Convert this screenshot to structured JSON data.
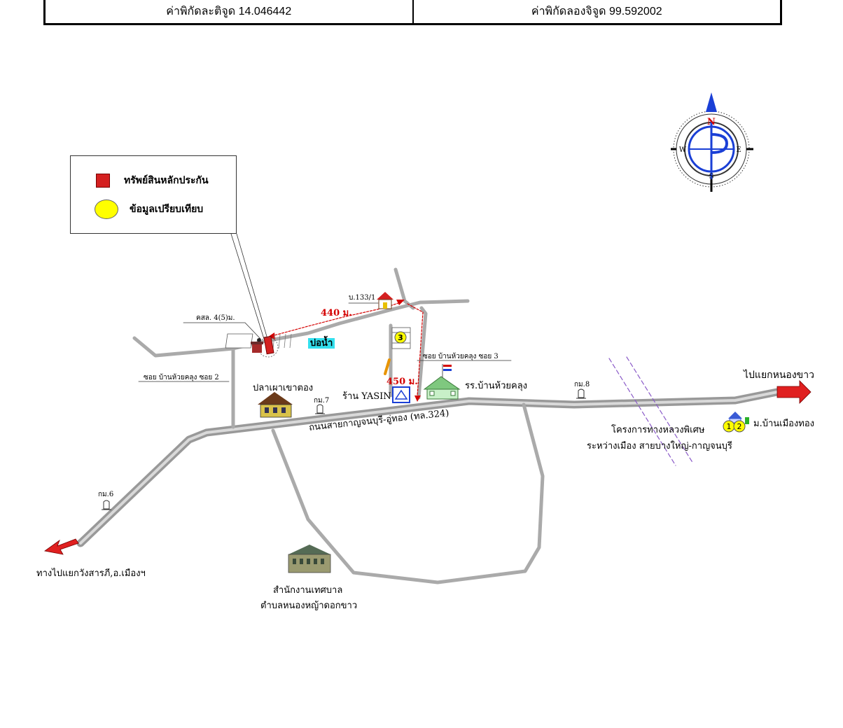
{
  "coordinates": {
    "latitude_text": "ค่าพิกัดละติจูด 14.046442",
    "longitude_text": "ค่าพิกัดลองจิจูด 99.592002"
  },
  "legend": {
    "collateral": "ทรัพย์สินหลักประกัน",
    "comparison": "ข้อมูลเปรียบเทียบ",
    "collateral_color": "#d42020",
    "comparison_color": "#ffff00"
  },
  "compass": {
    "n": "N",
    "s": "S",
    "e": "E",
    "w": "W",
    "arrow_color": "#1a3fd6"
  },
  "labels": {
    "house_no": "บ.133/1",
    "dist_440": "440 ม.",
    "dist_450": "450 ม.",
    "power_pole": "คสล. 4(5)ม.",
    "pond": "บ่อน้ำ",
    "soi_3": "ซอย บ้านห้วยคลุง ซอย 3",
    "soi_2": "ซอย บ้านห้วยคลุง ซอย 2",
    "restaurant": "ปลาเผาเขาตอง",
    "shop": "ร้าน YASIN",
    "school": "รร.บ้านห้วยคลุง",
    "km7": "กม.7",
    "km8": "กม.8",
    "km6": "กม.6",
    "highway": "ถนนสายกาญจนบุรี-อู่ทอง (ทล.324)",
    "to_nongkhao": "ไปแยกหนองขาว",
    "village": "ม.บ้านเมืองทอง",
    "motorway_1": "โครงการทางหลวงพิเศษ",
    "motorway_2": "ระหว่างเมือง สายบางใหญ่-กาญจนบุรี",
    "to_wangsarapi": "ทางไปแยกวังสารภี,อ.เมืองฯ",
    "municipal_1": "สำนักงานเทศบาล",
    "municipal_2": "ตำบลหนองหญ้าดอกขาว",
    "marker_3": "3",
    "marker_1": "1",
    "marker_2": "2"
  }
}
